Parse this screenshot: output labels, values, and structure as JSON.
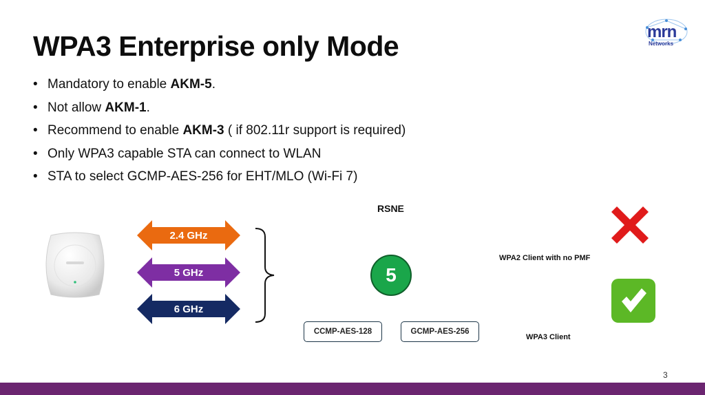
{
  "slide": {
    "title": "WPA3 Enterprise only Mode",
    "page_number": "3"
  },
  "logo": {
    "word": "mrn",
    "sub": "Networks"
  },
  "bullets": [
    {
      "pre": "Mandatory to enable ",
      "bold": "AKM-5",
      "post": "."
    },
    {
      "pre": "Not allow ",
      "bold": "AKM-1",
      "post": "."
    },
    {
      "pre": "Recommend to enable ",
      "bold": "AKM-3",
      "post": " ( if 802.11r support is required)"
    },
    {
      "pre": "Only WPA3 capable STA can connect to WLAN",
      "bold": "",
      "post": ""
    },
    {
      "pre": "STA to select GCMP-AES-256 for EHT/MLO (Wi-Fi 7)",
      "bold": "",
      "post": ""
    }
  ],
  "bands": [
    {
      "label": "2.4 GHz",
      "color": "#ea6a10"
    },
    {
      "label": "5 GHz",
      "color": "#7e2ea3"
    },
    {
      "label": "6 GHz",
      "color": "#152a63"
    }
  ],
  "rsne": {
    "label": "RSNE",
    "akm_value": "5",
    "akm_color": "#1aa64a",
    "ciphers": [
      "CCMP-AES-128",
      "GCMP-AES-256"
    ]
  },
  "clients": {
    "wpa2_label": "WPA2 Client with no PMF",
    "wpa2_status_icon": "cross-mark-icon",
    "wpa3_label": "WPA3 Client",
    "wpa3_status_icon": "check-box-icon"
  },
  "colors": {
    "footer_bar": "#6b2570",
    "reject": "#e01b1b",
    "accept": "#5cb826"
  }
}
